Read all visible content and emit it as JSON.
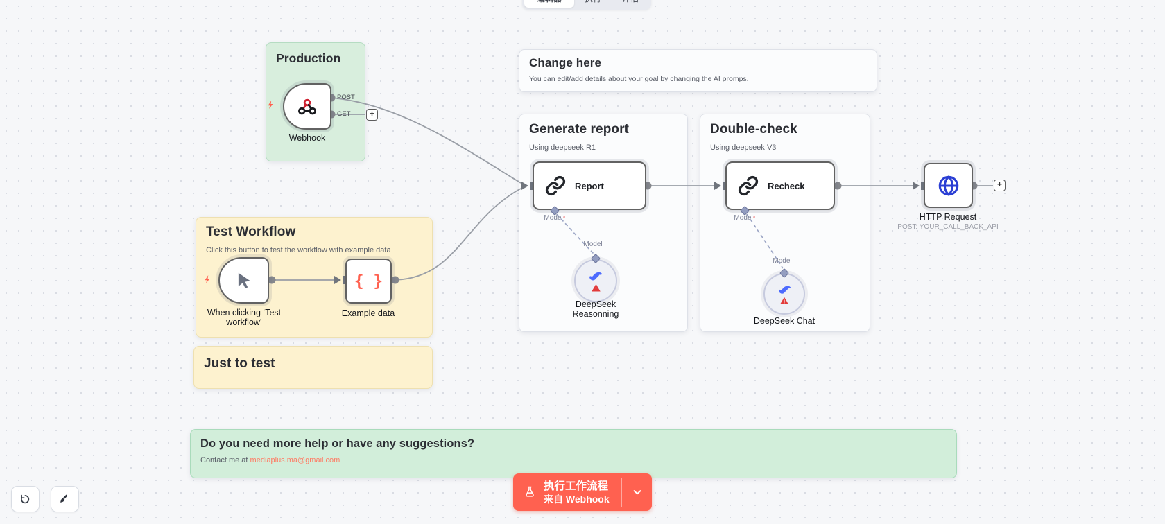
{
  "tabs": {
    "editor": "编辑器",
    "executions": "执行",
    "evaluations": "评估"
  },
  "stickies": {
    "production": {
      "title": "Production"
    },
    "change_here": {
      "title": "Change here",
      "body": "You can edit/add details about your goal by changing the AI promps."
    },
    "generate_report": {
      "title": "Generate report",
      "subtitle": "Using deepseek R1"
    },
    "double_check": {
      "title": "Double-check",
      "subtitle": "Using deepseek V3"
    },
    "test_workflow": {
      "title": "Test Workflow",
      "subtitle": "Click this button to test the workflow with example data"
    },
    "just_to_test": {
      "title": "Just to test"
    },
    "help": {
      "title": "Do you need more help or have any suggestions?",
      "contact_prefix": "Contact me at ",
      "email": "mediaplus.ma@gmail.com"
    }
  },
  "nodes": {
    "webhook": {
      "label": "Webhook",
      "port_post": "POST",
      "port_get": "GET"
    },
    "report": {
      "label": "Report"
    },
    "recheck": {
      "label": "Recheck"
    },
    "http_request": {
      "label": "HTTP Request",
      "sublabel": "POST: YOUR_CALL_BACK_API"
    },
    "when_clicking": {
      "label_line1": "When clicking ‘Test",
      "label_line2": "workflow’"
    },
    "example_data": {
      "label": "Example data",
      "icon_glyph": "{ }"
    },
    "deepseek_reasonning": {
      "label_line1": "DeepSeek",
      "label_line2": "Reasonning"
    },
    "deepseek_chat": {
      "label": "DeepSeek Chat"
    }
  },
  "ports": {
    "model": "Model",
    "required_mark": "*"
  },
  "buttons": {
    "execute_line1": "执行工作流程",
    "execute_line2": "来自 Webhook",
    "add": "+"
  },
  "colors": {
    "accent": "#ff6150",
    "sticky_yellow": "#fdf2cf",
    "sticky_green": "#d8eedd",
    "sticky_white": "#fbfcfd",
    "node_border": "#626262",
    "connector": "#999ea6",
    "model_connector": "#9aa4c4",
    "deepseek_blue": "#4d6bfe",
    "warning_red": "#e23a3a",
    "globe_blue": "#2b3fd4",
    "email_link": "#ff7a63"
  }
}
